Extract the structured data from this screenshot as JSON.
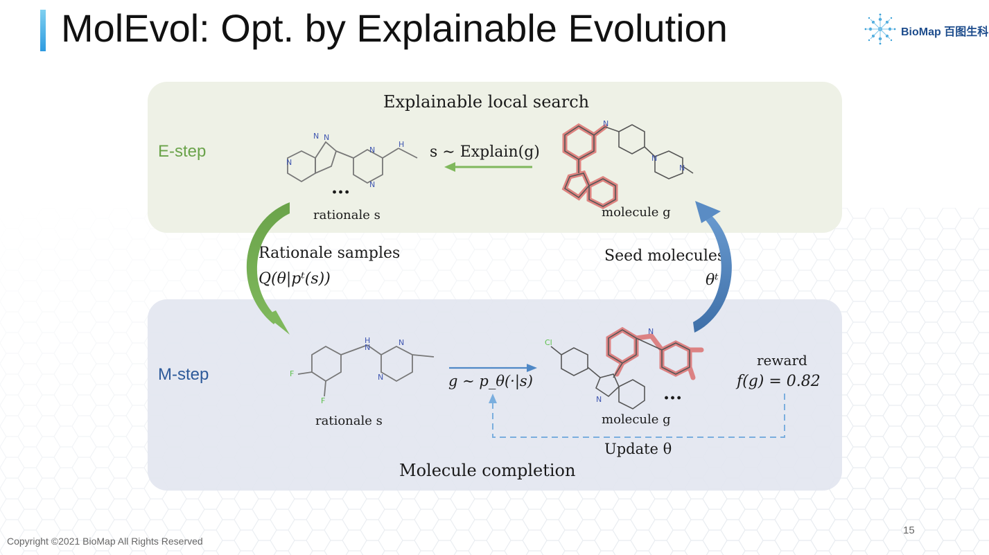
{
  "slide": {
    "title": "MolEvol: Opt. by Explainable Evolution",
    "logo_text": "BioMap 百图生科",
    "footer": "Copyright ©2021 BioMap All Rights Reserved",
    "page_number": "15"
  },
  "e_step": {
    "label": "E-step",
    "heading": "Explainable local search",
    "rationale_caption": "rationale s",
    "molecule_caption": "molecule g",
    "explain_formula": "s ∼ Explain(g)",
    "ellipsis": "···"
  },
  "transitions": {
    "rationale_samples": "Rationale samples",
    "rationale_formula": "Q(θ|pᵗ(s))",
    "seed_molecules": "Seed molecules",
    "seed_formula": "θᵗ"
  },
  "m_step": {
    "label": "M-step",
    "heading": "Molecule completion",
    "rationale_caption": "rationale s",
    "molecule_caption": "molecule g",
    "complete_formula": "g ∼ p_θ(·|s)",
    "reward_label": "reward",
    "reward_formula": "f(g) = 0.82",
    "update_label": "Update θ",
    "ellipsis": "···"
  },
  "colors": {
    "e_accent": "#6aa34a",
    "m_accent": "#2d5a9a",
    "molecule_red": "#d9605f",
    "flow_blue": "#4f88c6"
  },
  "icons": [
    "biomap-logo-icon",
    "molecule-structure-icon",
    "curved-arrow-icon"
  ]
}
